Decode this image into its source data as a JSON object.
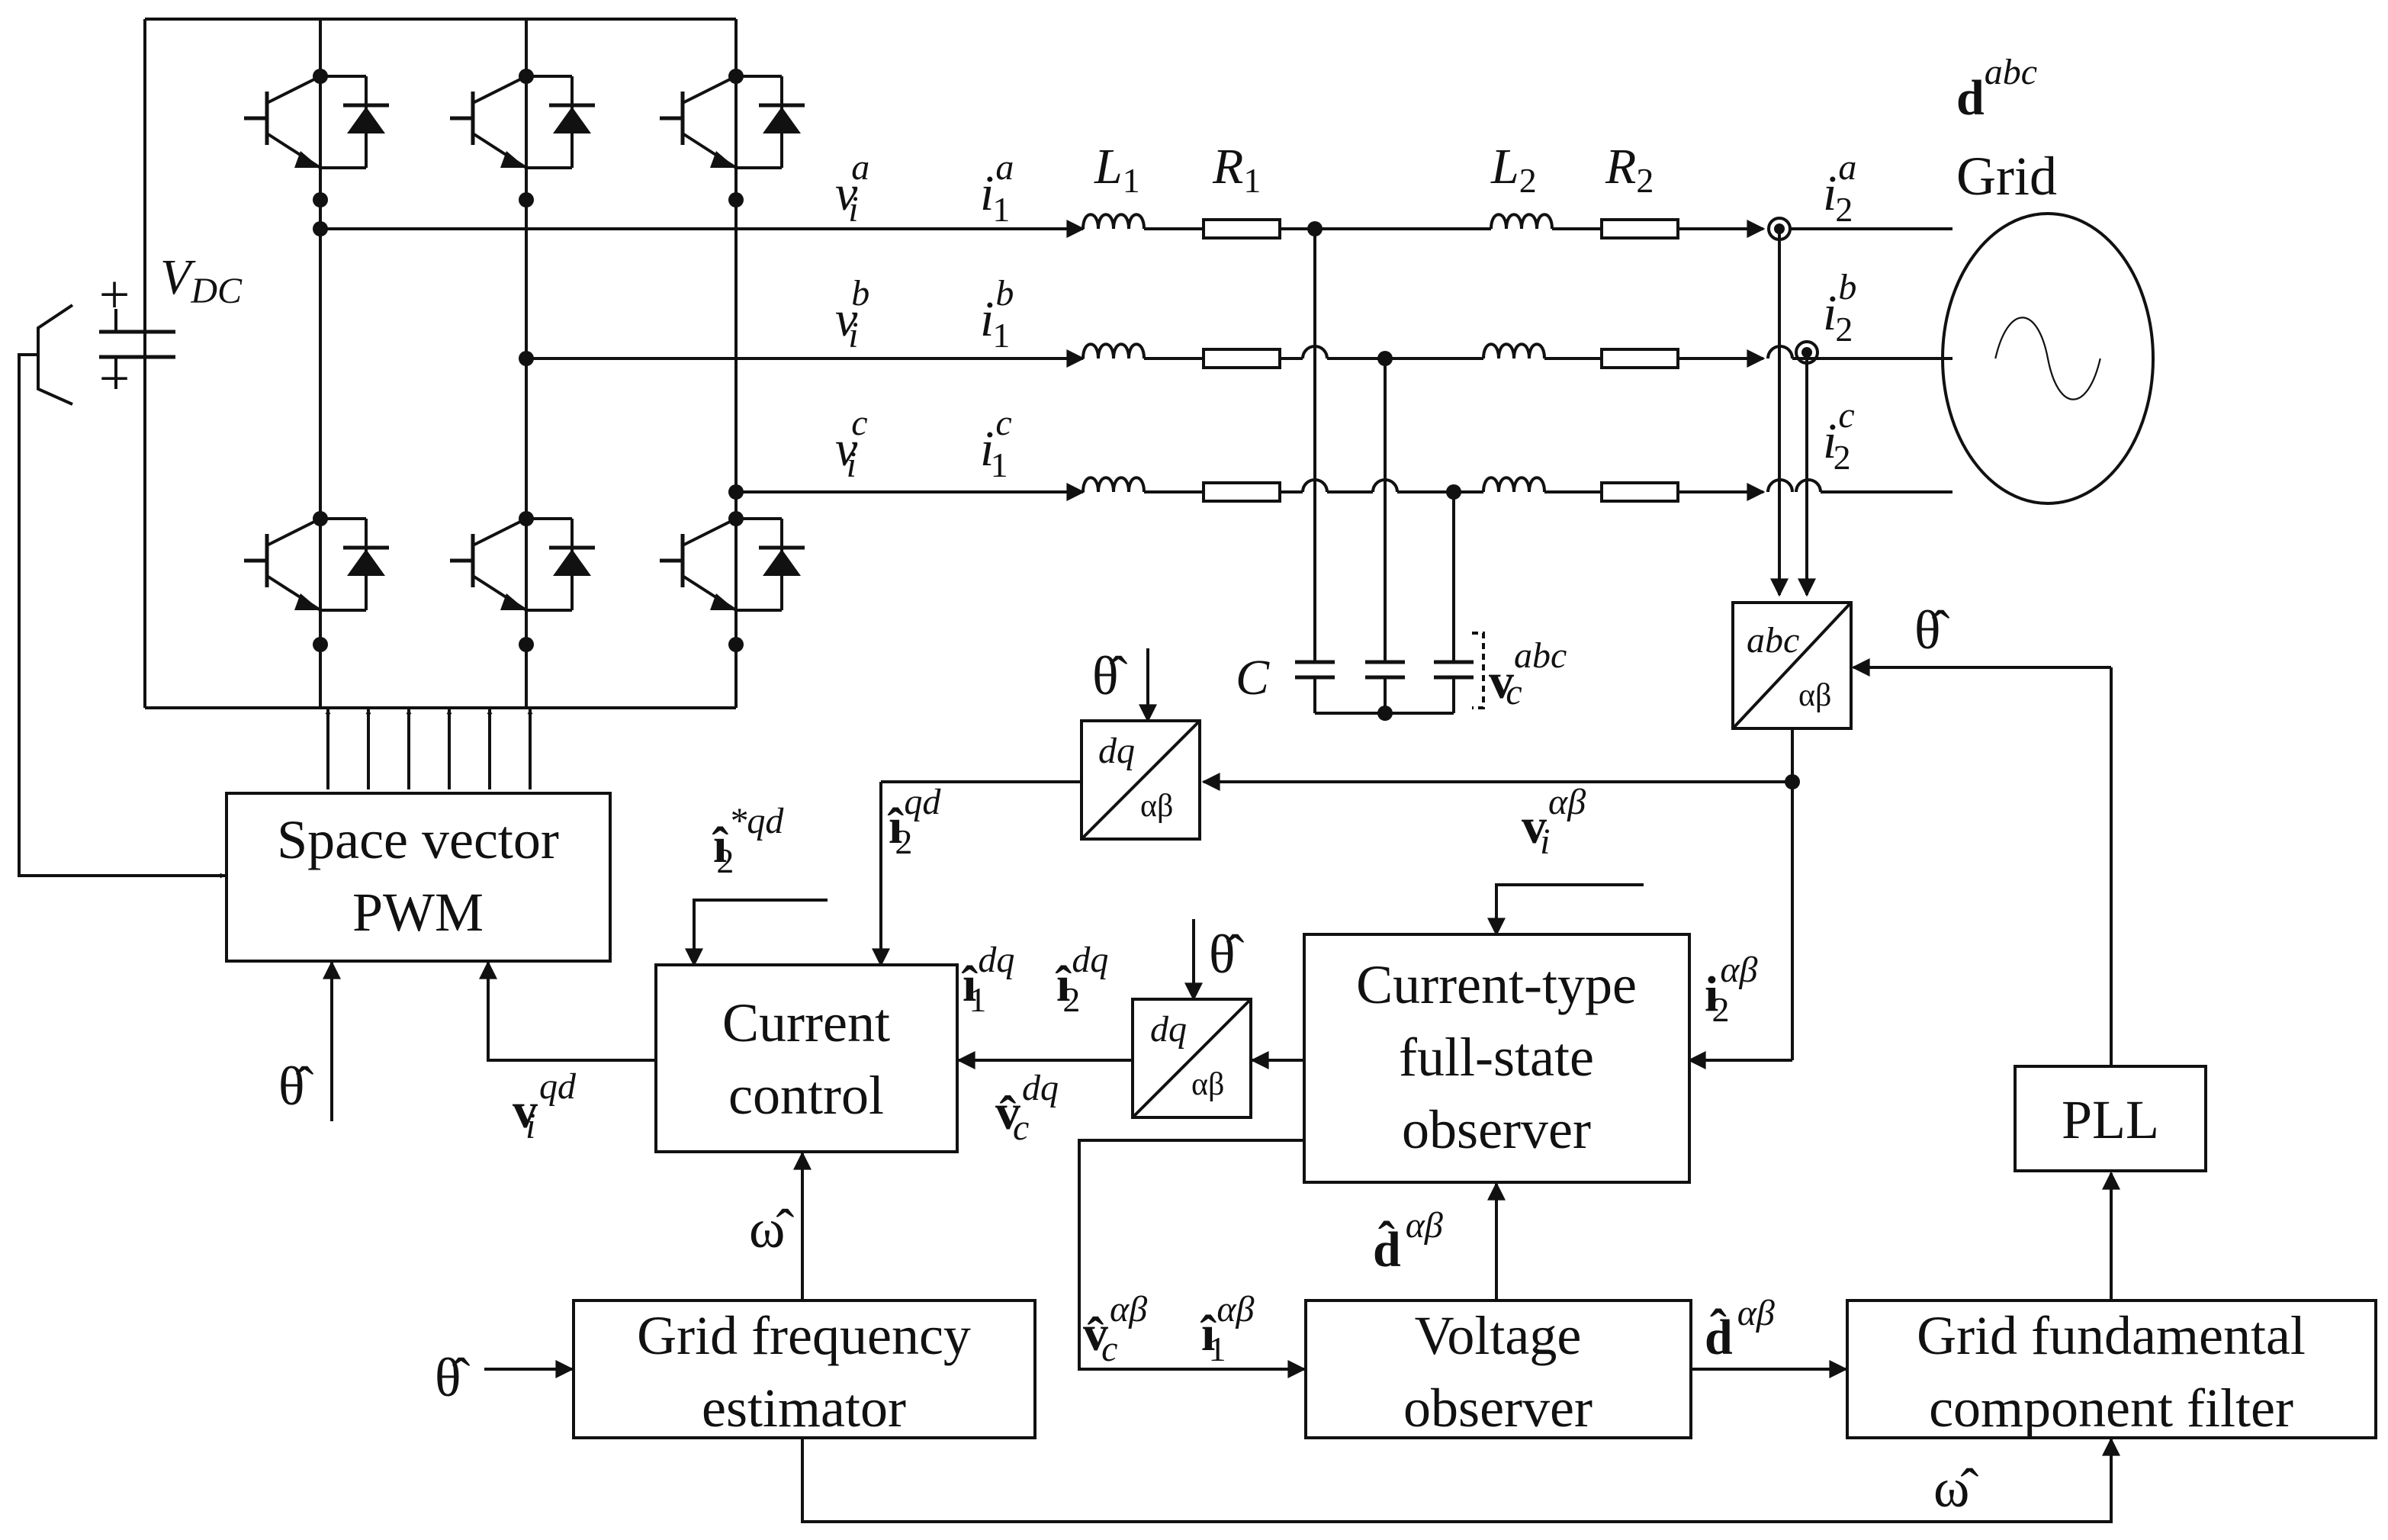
{
  "blocks": {
    "svpwm": [
      "Space vector",
      "PWM"
    ],
    "current_control": [
      "Current",
      "control"
    ],
    "observer": [
      "Current-type",
      "full-state",
      "observer"
    ],
    "grid_freq": [
      "Grid frequency",
      "estimator"
    ],
    "voltage_observer": [
      "Voltage",
      "observer"
    ],
    "fundamental_filter": [
      "Grid fundamental",
      "component filter"
    ],
    "pll": "PLL",
    "grid": "Grid"
  },
  "transforms": {
    "abc_ab": {
      "top": "abc",
      "bottom": "αβ"
    },
    "dq_ab": {
      "top": "dq",
      "bottom": "αβ"
    }
  },
  "symbols": {
    "theta_hat": "θ̂",
    "omega_hat": "ω̂",
    "vdc": {
      "main": "V",
      "sub": "DC"
    },
    "plus": "+",
    "minus": "−",
    "C": "C",
    "L1": {
      "main": "L",
      "sub": "1"
    },
    "R1": {
      "main": "R",
      "sub": "1"
    },
    "L2": {
      "main": "L",
      "sub": "2"
    },
    "R2": {
      "main": "R",
      "sub": "2"
    },
    "d_abc": {
      "main": "d",
      "sup": "abc"
    },
    "vc_abc": {
      "main": "v",
      "sub": "c",
      "sup": "abc"
    },
    "vi": {
      "main": "v",
      "sub": "i",
      "sups": [
        "a",
        "b",
        "c"
      ]
    },
    "i1": {
      "main": "i",
      "sub": "1",
      "sups": [
        "a",
        "b",
        "c"
      ]
    },
    "i2": {
      "main": "i",
      "sub": "2",
      "sups": [
        "a",
        "b",
        "c"
      ]
    },
    "i2_ref_qd": {
      "main": "î",
      "sub": "2",
      "sup": "*qd"
    },
    "i2_hat_qd": {
      "main": "î",
      "sub": "2",
      "sup": "qd"
    },
    "vi_ab": {
      "main": "v",
      "sub": "i",
      "sup": "αβ"
    },
    "i2_ab": {
      "main": "i",
      "sub": "2",
      "sup": "αβ"
    },
    "i1_hat_dq": {
      "main": "î",
      "sub": "1",
      "sup": "dq"
    },
    "i2_hat_dq": {
      "main": "î",
      "sub": "2",
      "sup": "dq"
    },
    "vc_hat_dq": {
      "main": "v̂",
      "sub": "c",
      "sup": "dq"
    },
    "vi_qd": {
      "main": "v",
      "sub": "i",
      "sup": "qd"
    },
    "d_hat_ab": {
      "main": "d̂",
      "sup": "αβ"
    },
    "vc_hat_ab": {
      "main": "v̂",
      "sub": "c",
      "sup": "αβ"
    },
    "i1_hat_ab": {
      "main": "î",
      "sub": "1",
      "sup": "αβ"
    }
  }
}
